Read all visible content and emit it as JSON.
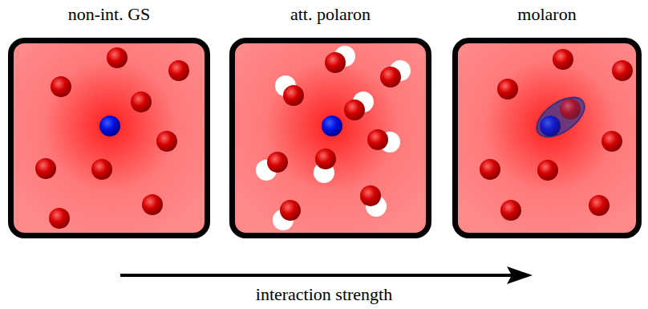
{
  "diagram": {
    "nodes": [
      {
        "text": [
          "non-int. GS"
        ]
      },
      {
        "text": [
          "att. polaron"
        ]
      },
      {
        "text": [
          "molaron"
        ]
      }
    ],
    "labels": [
      "interaction strength"
    ]
  }
}
